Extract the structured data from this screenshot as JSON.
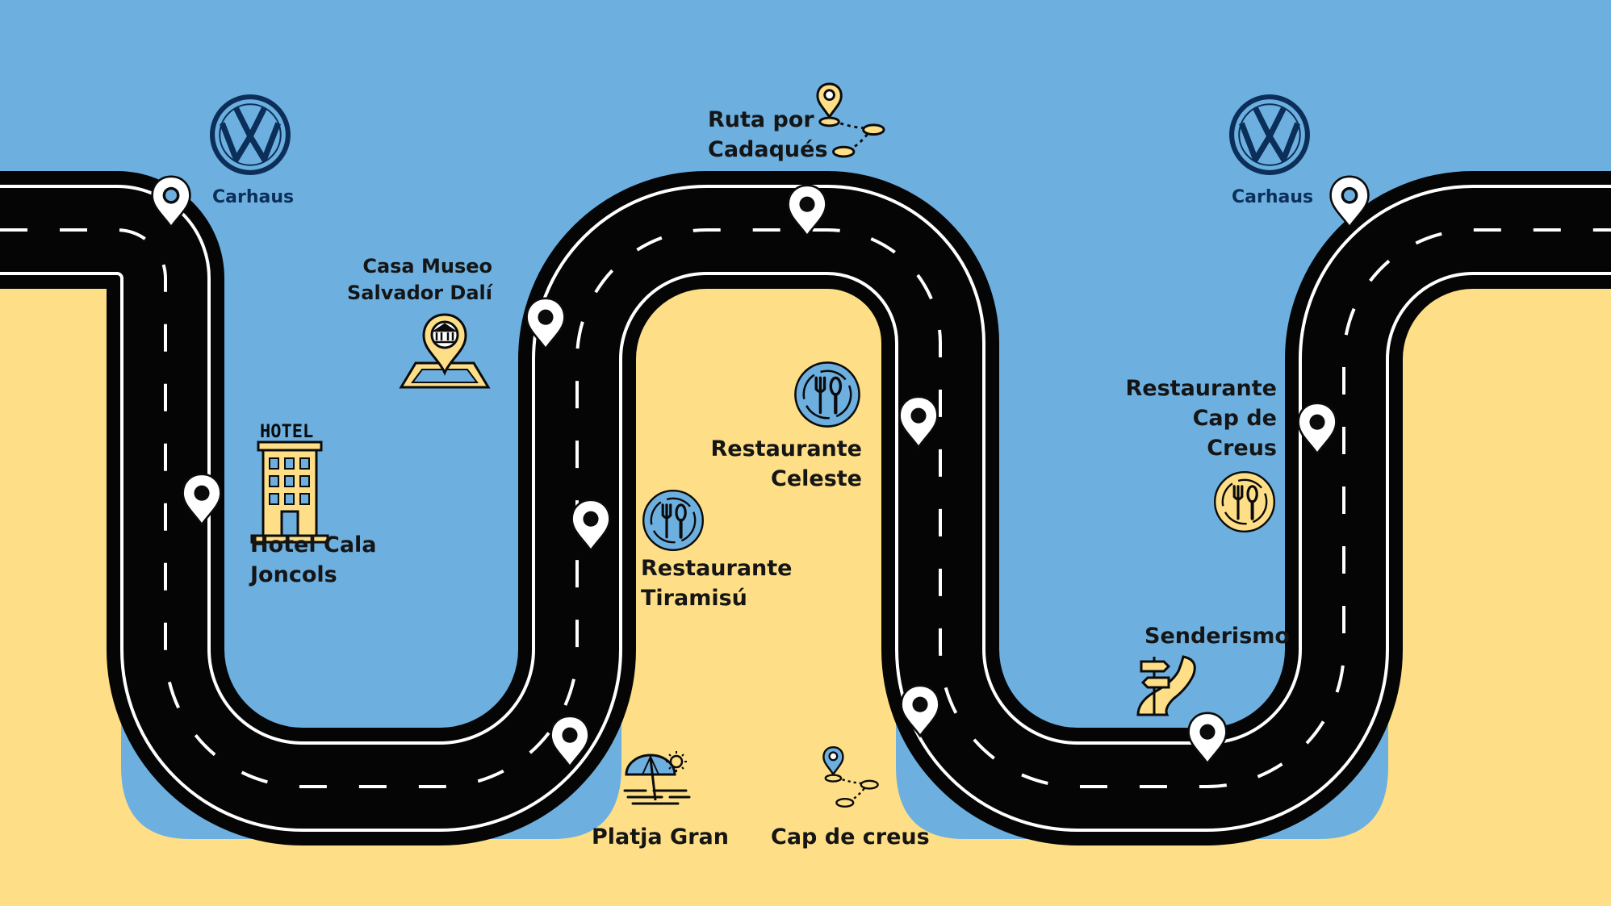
{
  "colors": {
    "sky": "#6db0e0",
    "sand": "#fedf87",
    "road": "#050505",
    "road_edge": "#ffffff",
    "brand_navy": "#0b2f59",
    "pin_fill": "#ffffff",
    "pin_hole": "#0b0b0b"
  },
  "brand": {
    "left_label": "Carhaus",
    "right_label": "Carhaus",
    "logo_icon": "vw-logo-icon"
  },
  "stops": {
    "hotel": {
      "line1": "Hotel Cala",
      "line2": "Joncols",
      "icon": "hotel-building-icon"
    },
    "museo": {
      "line1": "Casa Museo",
      "line2": "Salvador Dalí",
      "icon": "museum-map-pin-icon"
    },
    "ruta": {
      "line1": "Ruta por",
      "line2": "Cadaqués",
      "icon": "route-pins-icon"
    },
    "tiramisu": {
      "line1": "Restaurante",
      "line2": "Tiramisú",
      "icon": "cutlery-icon"
    },
    "celeste": {
      "line1": "Restaurante",
      "line2": "Celeste",
      "icon": "cutlery-icon"
    },
    "platja": {
      "label": "Platja Gran",
      "icon": "beach-umbrella-icon"
    },
    "cap": {
      "label": "Cap de creus",
      "icon": "route-pins-icon"
    },
    "capdecreus_rest": {
      "line1": "Restaurante",
      "line2": "Cap de",
      "line3": "Creus",
      "icon": "cutlery-icon"
    },
    "senderismo": {
      "label": "Senderismo",
      "icon": "hiking-signpost-icon"
    }
  }
}
